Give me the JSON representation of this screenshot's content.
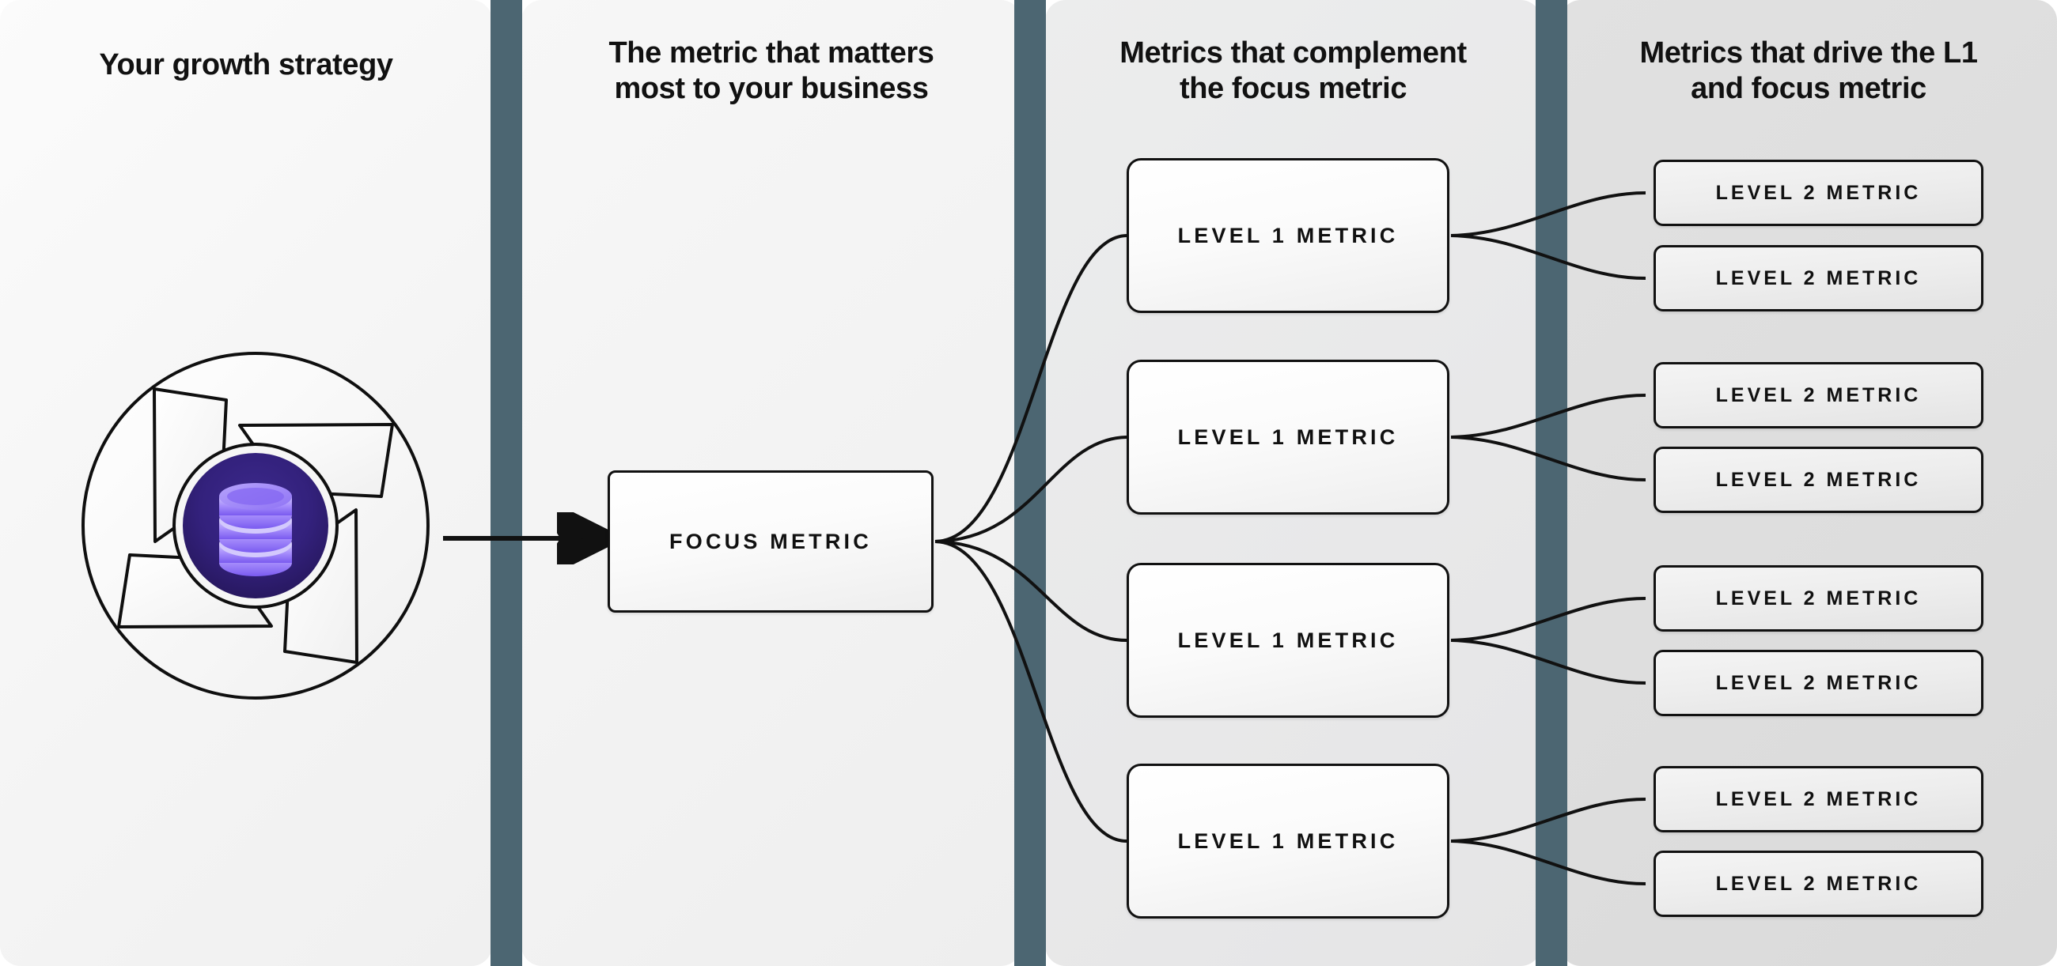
{
  "theme": {
    "divider_color": "#4c6672",
    "node_border_color": "#111111",
    "accent_purple": "#6c46d6",
    "accent_purple_dark": "#2b1a66",
    "accent_purple_light": "#b3a4f7",
    "panel_1_bg": "#f4f4f4",
    "panel_2_bg": "#f2f2f2",
    "panel_3_bg": "#e8e8e9",
    "panel_4_bg": "#dddddd"
  },
  "columns": [
    {
      "id": "growth-strategy",
      "title": "Your growth strategy"
    },
    {
      "id": "focus-metric",
      "title": "The metric that matters\nmost to your business"
    },
    {
      "id": "level-1-metrics",
      "title": "Metrics that complement\nthe focus metric"
    },
    {
      "id": "level-2-metrics",
      "title": "Metrics that drive the L1\nand focus metric"
    }
  ],
  "graphic": {
    "name": "growth-strategy-aperture",
    "icon": "database-icon",
    "blades": 4
  },
  "focus_node": {
    "label": "FOCUS METRIC"
  },
  "level_1_nodes": [
    {
      "label": "LEVEL 1 METRIC"
    },
    {
      "label": "LEVEL 1 METRIC"
    },
    {
      "label": "LEVEL 1 METRIC"
    },
    {
      "label": "LEVEL 1 METRIC"
    }
  ],
  "level_2_nodes": [
    {
      "label": "LEVEL 2 METRIC"
    },
    {
      "label": "LEVEL 2 METRIC"
    },
    {
      "label": "LEVEL 2 METRIC"
    },
    {
      "label": "LEVEL 2 METRIC"
    },
    {
      "label": "LEVEL 2 METRIC"
    },
    {
      "label": "LEVEL 2 METRIC"
    },
    {
      "label": "LEVEL 2 METRIC"
    },
    {
      "label": "LEVEL 2 METRIC"
    }
  ]
}
